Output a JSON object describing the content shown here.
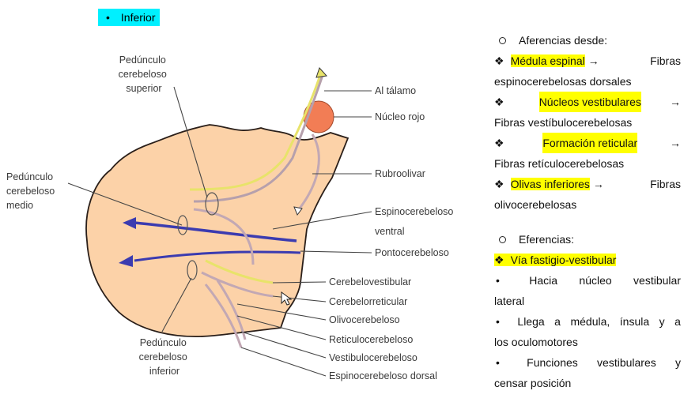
{
  "header": {
    "title": "Inferior"
  },
  "diagram": {
    "labels": {
      "ped_sup": [
        "Pedúnculo",
        "cerebeloso",
        "superior"
      ],
      "ped_med": [
        "Pedúnculo",
        "cerebeloso",
        "medio"
      ],
      "ped_inf": [
        "Pedúnculo",
        "cerebeloso",
        "inferior"
      ],
      "al_talamo": "Al tálamo",
      "nucleo_rojo": "Núcleo rojo",
      "rubroolivar": "Rubroolivar",
      "espino_ventral": [
        "Espinocerebeloso",
        "ventral"
      ],
      "pontocerebeloso": "Pontocerebeloso",
      "cerebelovestibular": "Cerebelovestibular",
      "cerebelorreticular": "Cerebelorreticular",
      "olivocerebeloso": "Olivocerebeloso",
      "reticulocerebeloso": "Reticulocerebeloso",
      "vestibulocerebeloso": "Vestibulocerebeloso",
      "espino_dorsal": "Espinocerebeloso dorsal"
    }
  },
  "notes": {
    "afferents_heading": "Aferencias desde:",
    "aff1_hl": "Médula espinal",
    "aff1_rest": "Fibras",
    "aff1_line2": "espinocerebelosas dorsales",
    "aff2_hl": "Núcleos vestibulares",
    "aff2_line2": "Fibras vestíbulocerebelosas",
    "aff3_hl": "Formación reticular",
    "aff3_line2": "Fibras retículocerebelosas",
    "aff4_hl": "Olivas inferiores",
    "aff4_rest": "Fibras",
    "aff4_line2": "olivocerebelosas",
    "efferents_heading": "Eferencias:",
    "eff_hl": "Vía fastigio-vestibular",
    "eff1_words": [
      "Hacia",
      "núcleo",
      "vestibular"
    ],
    "eff1_line2": "lateral",
    "eff2_words": [
      "Llega",
      "a",
      "médula,",
      "ínsula",
      "y",
      "a"
    ],
    "eff2_line2": "los oculomotores",
    "eff3_words": [
      "Funciones",
      "vestibulares",
      "y"
    ],
    "eff3_line2": "censar posición"
  },
  "colors": {
    "title_highlight": "#00f0ff",
    "text_highlight": "#ffff00",
    "cerebellum": "#fcd2a8",
    "nucleus": "#f27d55",
    "tract_blue": "#3b3bb0",
    "tract_yellow": "#e8e36a"
  }
}
